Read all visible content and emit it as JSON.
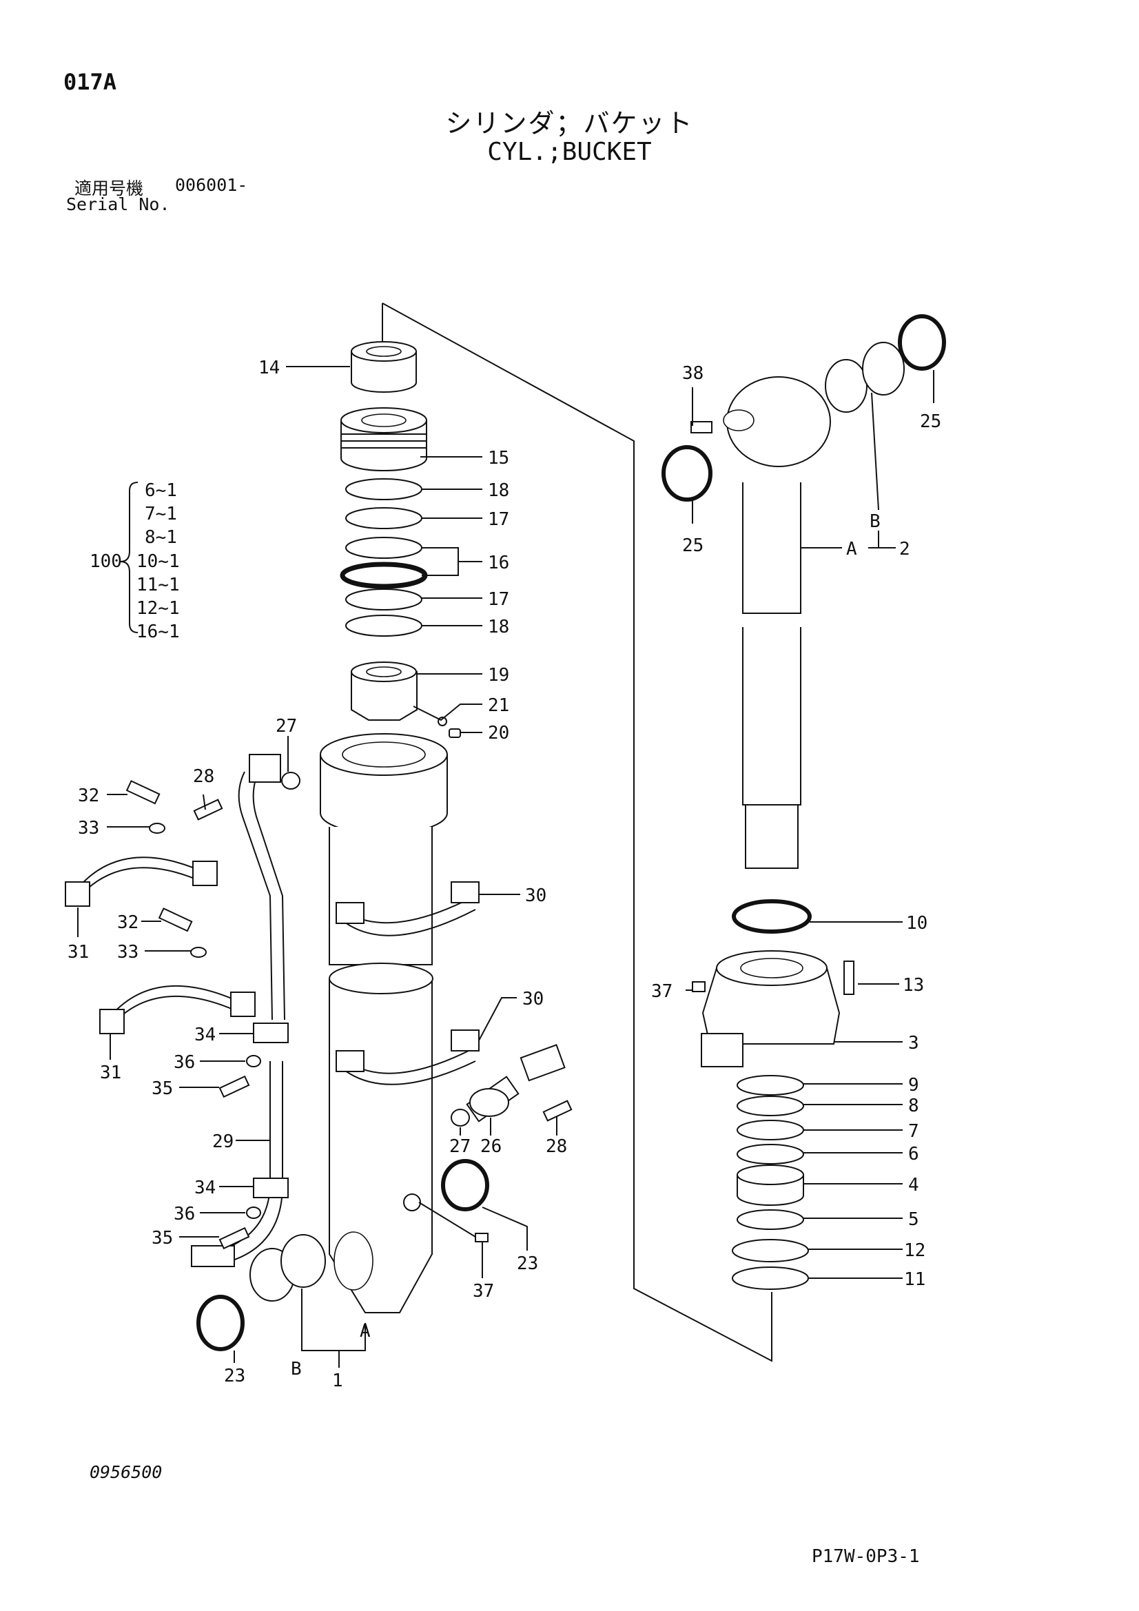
{
  "header": {
    "code": "017A",
    "title_jp": "シリンダ；バケット",
    "title_en": "CYL.;BUCKET",
    "serial_label_jp": "適用号機",
    "serial_value": "006001-",
    "serial_label_en": "Serial No."
  },
  "kit": {
    "number": "100",
    "items": [
      "6~1",
      "7~1",
      "8~1",
      "10~1",
      "11~1",
      "12~1",
      "16~1"
    ]
  },
  "callouts": {
    "p14": "14",
    "p15": "15",
    "p18a": "18",
    "p17a": "17",
    "p16": "16",
    "p17b": "17",
    "p18b": "18",
    "p19": "19",
    "p21": "21",
    "p20": "20",
    "p27a": "27",
    "p28a": "28",
    "p32a": "32",
    "p33a": "33",
    "p30a": "30",
    "p32b": "32",
    "p33b": "33",
    "p31a": "31",
    "p31b": "31",
    "p30b": "30",
    "p34a": "34",
    "p36a": "36",
    "p35a": "35",
    "p29": "29",
    "p27b": "27",
    "p26": "26",
    "p28b": "28",
    "p34b": "34",
    "p36b": "36",
    "p35b": "35",
    "p23a": "23",
    "p37a": "37",
    "p23b": "23",
    "pA1": "A",
    "pB1": "B",
    "p1": "1",
    "p38": "38",
    "p25a": "25",
    "p25b": "25",
    "pB2": "B",
    "pA2": "A",
    "p2": "2",
    "p10": "10",
    "p37b": "37",
    "p13": "13",
    "p3": "3",
    "p9": "9",
    "p8": "8",
    "p7": "7",
    "p6": "6",
    "p4": "4",
    "p5": "5",
    "p12": "12",
    "p11": "11"
  },
  "footer": {
    "drawing_no": "0956500",
    "page_code": "P17W-0P3-1"
  }
}
